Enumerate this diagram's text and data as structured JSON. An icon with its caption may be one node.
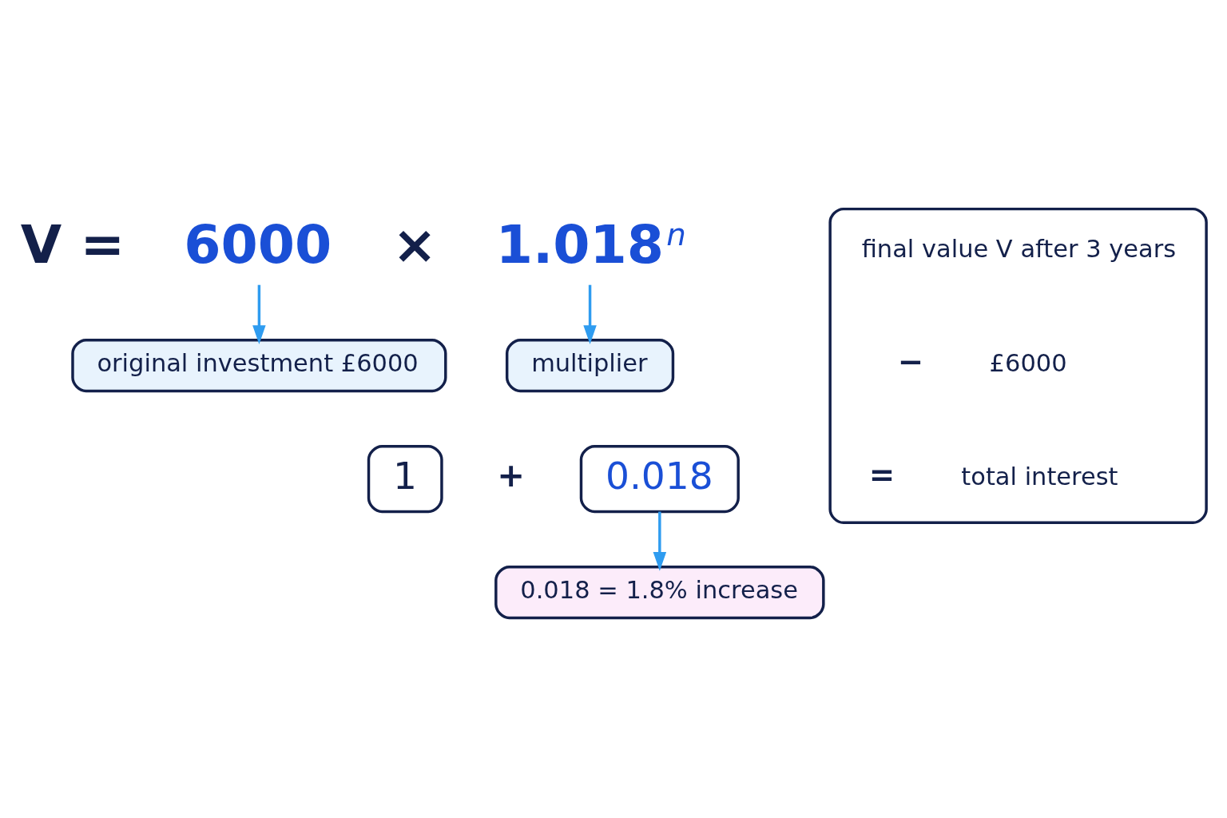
{
  "diagram": {
    "nodes": [
      {
        "text": [
          "6000"
        ]
      },
      {
        "text": [
          "1.018"
        ],
        "beside": [
          "n"
        ]
      },
      {
        "text": [
          "original investment £6000"
        ]
      },
      {
        "text": [
          "multiplier"
        ]
      },
      {
        "text": [
          "1"
        ]
      },
      {
        "text": [
          "0.018"
        ]
      },
      {
        "text": [
          "0.018 = 1.8% increase"
        ]
      },
      {
        "text": [],
        "shape": "box"
      },
      {
        "text": [
          "final value V after 3 years"
        ],
        "in": 7
      },
      {
        "text": [
          "£6000"
        ],
        "in": 7
      },
      {
        "text": [
          "total interest"
        ],
        "in": 7
      }
    ],
    "edges": [
      {
        "from": 0,
        "to": 2,
        "arrow": "to"
      },
      {
        "from": 1,
        "to": 3,
        "arrow": "to"
      },
      {
        "from": 5,
        "to": 6,
        "arrow": "to"
      }
    ],
    "labels": [
      "V =",
      "×",
      "+",
      "−",
      "="
    ]
  }
}
